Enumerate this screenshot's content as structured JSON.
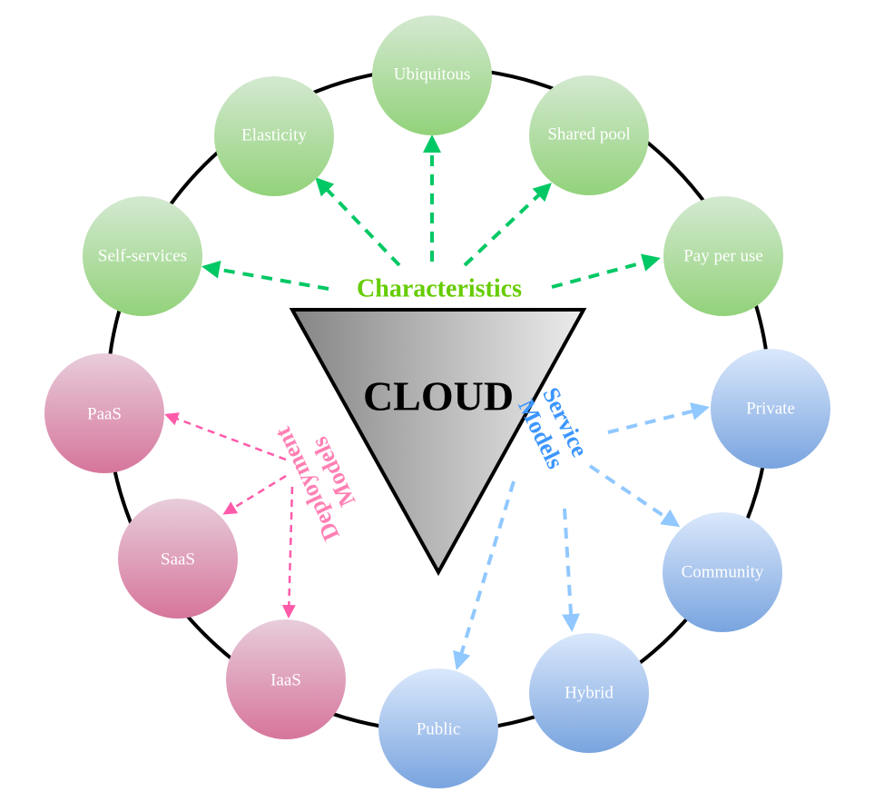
{
  "diagram": {
    "center_label": "CLOUD",
    "groups": {
      "characteristics": {
        "label": "Characteristics",
        "color": "#66cc00",
        "arrow_color": "#00c864",
        "nodes": [
          "Ubiquitous",
          "Elasticity",
          "Shared pool",
          "Self-services",
          "Pay per use"
        ]
      },
      "deployment": {
        "label_line1": "Deployment",
        "label_line2": "Models",
        "color": "#ff80b4",
        "arrow_color": "#ff5aaa",
        "nodes": [
          "PaaS",
          "SaaS",
          "IaaS"
        ]
      },
      "service": {
        "label_line1": "Service",
        "label_line2": "Models",
        "color": "#3c96ff",
        "arrow_color": "#90c8ff",
        "nodes": [
          "Private",
          "Community",
          "Hybrid",
          "Public"
        ]
      }
    },
    "colors": {
      "green_top": "#d2e8cf",
      "green_bottom": "#92d27a",
      "pink_top": "#e6c8d8",
      "pink_bottom": "#d6769c",
      "blue_top": "#d8e6fa",
      "blue_bottom": "#7ba6e0",
      "triangle_dark": "#8a8a8a",
      "triangle_light": "#e8e8e8",
      "ring": "#000000"
    }
  }
}
